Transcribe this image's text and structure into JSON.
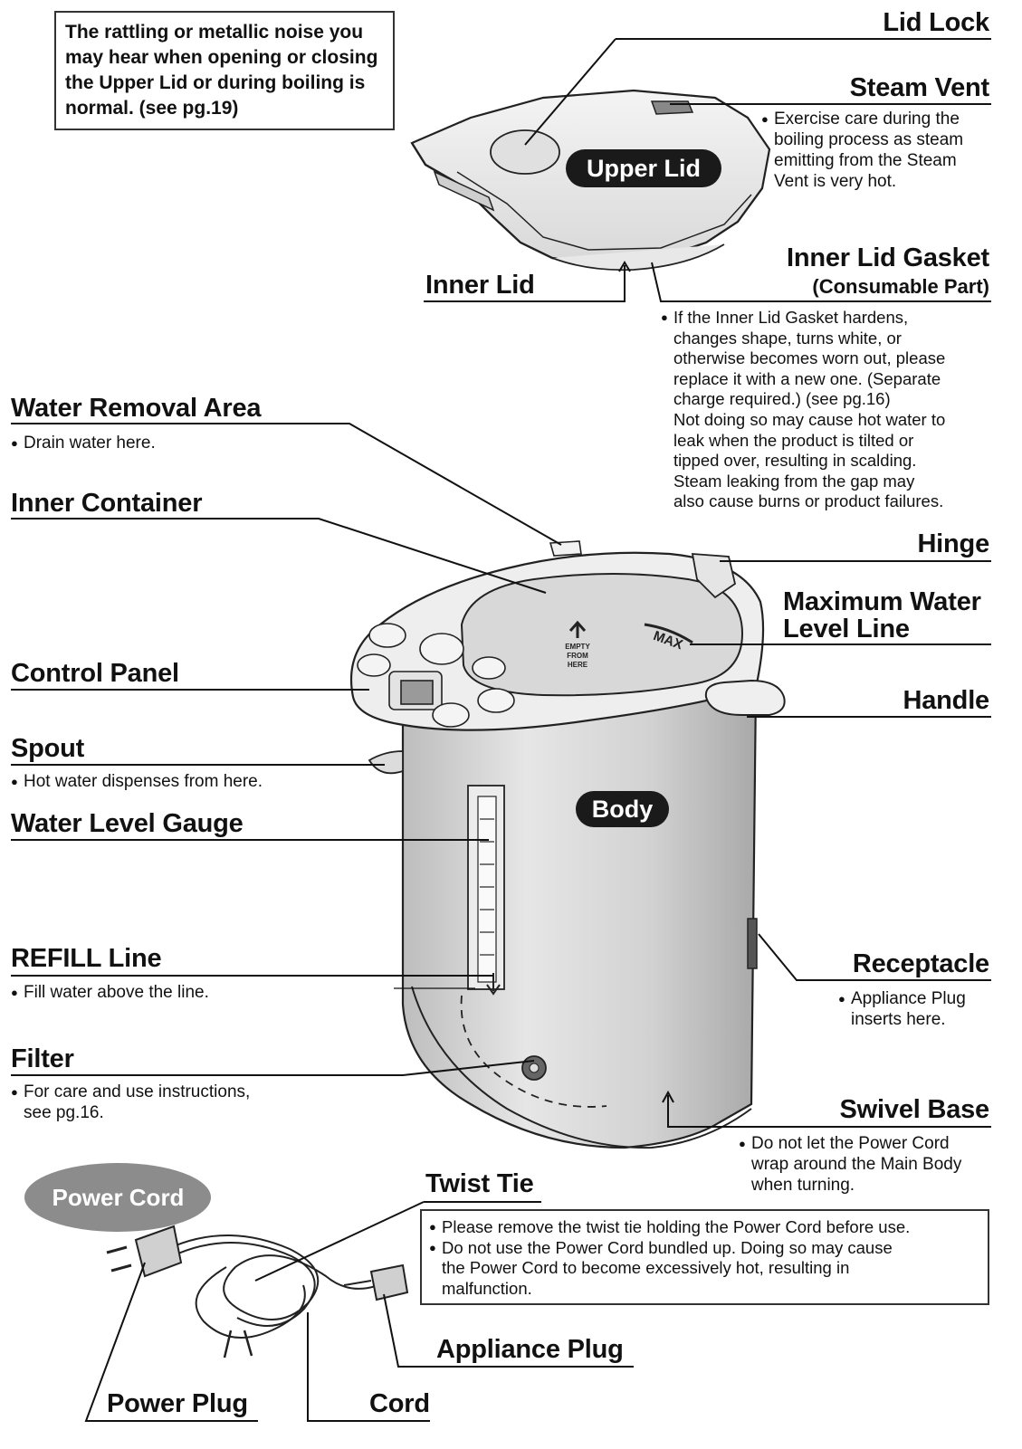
{
  "caution_box": "The rattling or metallic noise you may hear when opening or closing the Upper Lid or during boiling is normal. (see pg.19)",
  "badges": {
    "upper_lid": "Upper Lid",
    "body": "Body",
    "power_cord": "Power Cord"
  },
  "pot_markings": {
    "empty_from_here": [
      "EMPTY",
      "FROM",
      "HERE"
    ],
    "max": "MAX"
  },
  "labels": {
    "lid_lock": "Lid Lock",
    "steam_vent": "Steam Vent",
    "inner_lid": "Inner Lid",
    "inner_lid_gasket": "Inner Lid Gasket",
    "consumable_part": "(Consumable Part)",
    "water_removal_area": "Water Removal Area",
    "inner_container": "Inner Container",
    "hinge": "Hinge",
    "max_water_level_line": [
      "Maximum Water",
      "Level Line"
    ],
    "control_panel": "Control Panel",
    "handle": "Handle",
    "spout": "Spout",
    "water_level_gauge": "Water Level Gauge",
    "refill_line": "REFILL Line",
    "receptacle": "Receptacle",
    "filter": "Filter",
    "swivel_base": "Swivel Base",
    "twist_tie": "Twist Tie",
    "appliance_plug": "Appliance Plug",
    "power_plug": "Power Plug",
    "cord": "Cord"
  },
  "notes": {
    "steam_vent": [
      "Exercise care during the",
      "boiling process as steam",
      "emitting from the Steam",
      "Vent is very hot."
    ],
    "inner_lid_gasket": [
      "If the Inner Lid Gasket hardens,",
      "changes shape, turns white, or",
      "otherwise becomes worn out, please",
      "replace it with a new one. (Separate",
      "charge required.) (see pg.16)",
      "Not doing so may cause hot water to",
      "leak when the product is tilted or",
      "tipped over, resulting in scalding.",
      "Steam leaking from the gap may",
      "also cause burns or product failures."
    ],
    "water_removal_area": "Drain water here.",
    "spout": "Hot water dispenses from here.",
    "refill_line": "Fill water above the line.",
    "receptacle": [
      "Appliance Plug",
      "inserts here."
    ],
    "filter": [
      "For care and use instructions,",
      "see pg.16."
    ],
    "swivel_base": [
      "Do not let the Power Cord",
      "wrap around the Main Body",
      "when turning."
    ],
    "twist_tie_1": "Please remove the twist tie holding the Power Cord before use.",
    "twist_tie_2": [
      "Do not use the Power Cord bundled up. Doing so may cause",
      "the Power Cord to become excessively hot, resulting in",
      "malfunction."
    ]
  },
  "colors": {
    "ink": "#111111",
    "badge_dark": "#1a1a1a",
    "badge_grey": "#8c8c8c",
    "body_shade": "#d4d4d4",
    "lid_shade": "#ededed"
  }
}
